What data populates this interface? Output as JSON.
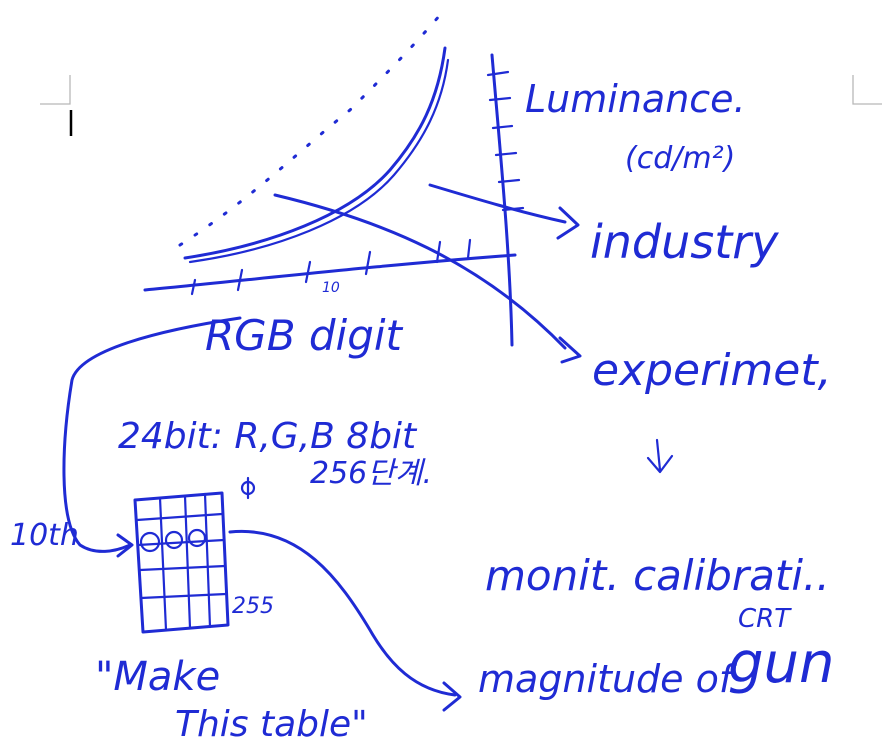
{
  "notes": {
    "luminance": "Luminance.",
    "unit": "(cd/m²)",
    "industry": "industry",
    "experiment": "experimet,",
    "rgb_digit": "RGB digit",
    "tick_10": "10",
    "bit_depth": "24bit: R,G,B 8bit",
    "levels": "256단계.",
    "tenth": "10th",
    "tick_255": "255",
    "monitor_calibration": "monit. calibrati..",
    "crt": "CRT",
    "magnitude": "magnitude of",
    "gun": "gun",
    "make": "\"Make",
    "this_table": "This table\""
  },
  "colors": {
    "ink": "#1f2bd4",
    "margin_guide": "#b8b8b8",
    "background": "#ffffff"
  },
  "icons": [
    "text-cursor",
    "margin-corner-left",
    "margin-corner-right"
  ]
}
